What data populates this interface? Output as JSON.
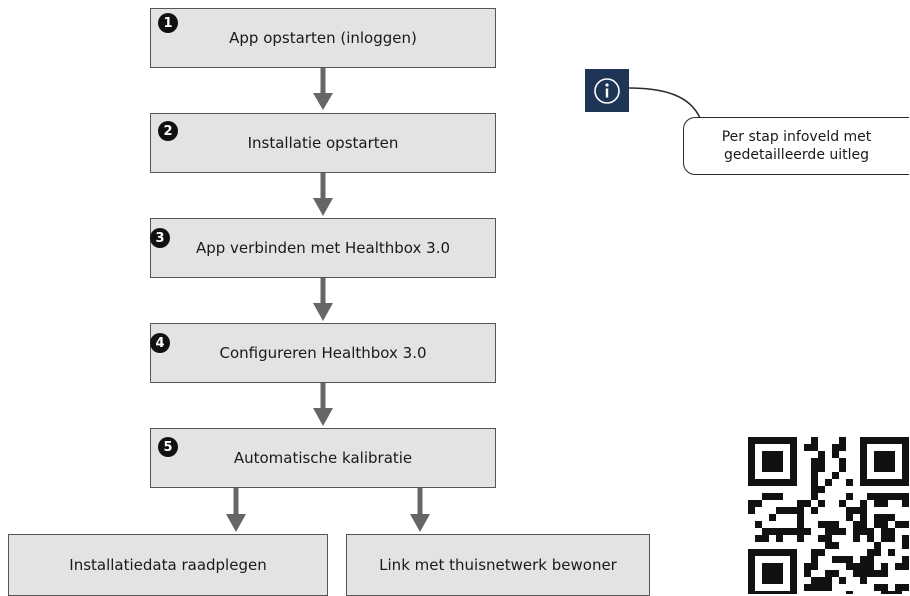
{
  "steps": [
    {
      "number": "1",
      "label": "App opstarten (inloggen)"
    },
    {
      "number": "2",
      "label": "Installatie opstarten"
    },
    {
      "number": "3",
      "label": "App verbinden met Healthbox 3.0"
    },
    {
      "number": "4",
      "label": "Configureren Healthbox 3.0"
    },
    {
      "number": "5",
      "label": "Automatische kalibratie"
    }
  ],
  "branches": [
    {
      "label": "Installatiedata raadplegen"
    },
    {
      "label": "Link met thuisnetwerk bewoner"
    }
  ],
  "info": {
    "icon": "info-icon",
    "callout_line1": "Per stap infoveld met",
    "callout_line2": "gedetailleerde uitleg"
  },
  "qr_code": {
    "icon": "qr-code"
  },
  "colors": {
    "box_fill": "#e3e3e3",
    "arrow": "#666666",
    "info_icon_bg": "#1f3556"
  }
}
